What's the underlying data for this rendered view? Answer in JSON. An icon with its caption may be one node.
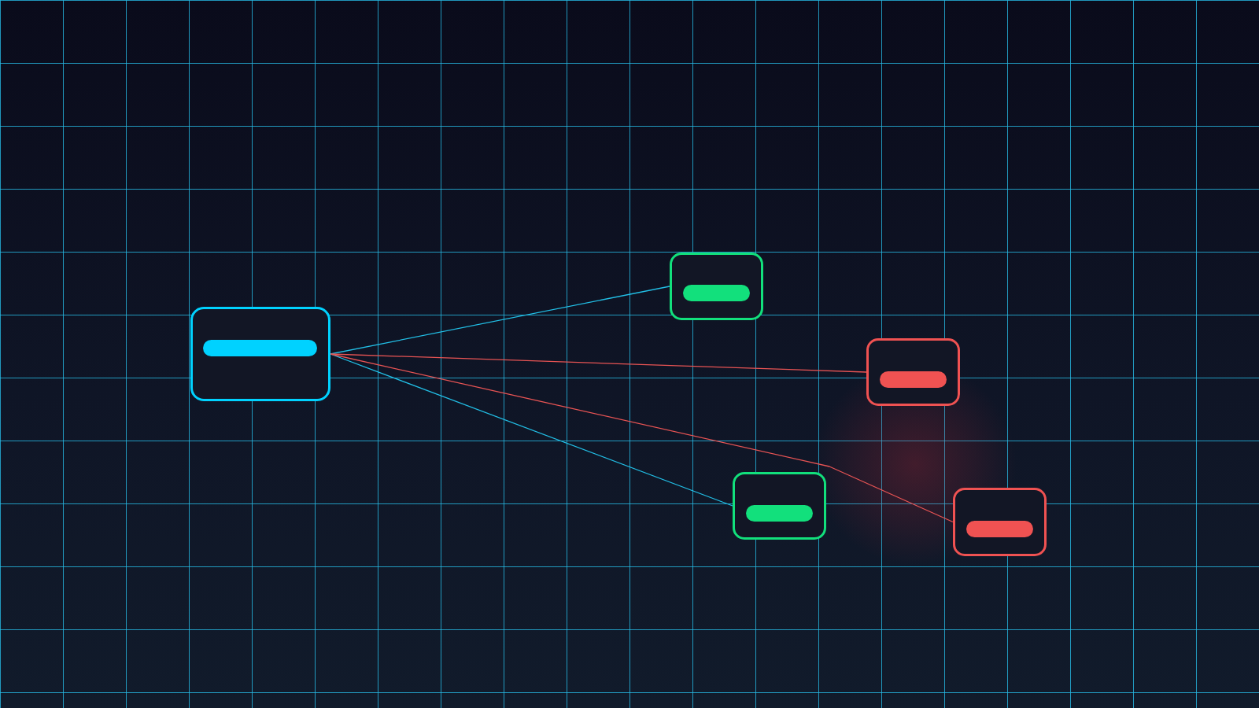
{
  "diagram": {
    "nodes": [
      {
        "text": [],
        "shape": "box"
      },
      {
        "text": [],
        "shape": "box"
      },
      {
        "text": [],
        "shape": "box"
      },
      {
        "text": [],
        "shape": "box"
      },
      {
        "text": [],
        "shape": "box"
      }
    ],
    "edges": [
      {
        "from": 0,
        "to": 1,
        "arrow": "none",
        "color": "#22bfe6"
      },
      {
        "from": 0,
        "to": 2,
        "arrow": "none",
        "color": "#e85454"
      },
      {
        "from": 0,
        "to": 3,
        "arrow": "none",
        "color": "#22bfe6"
      },
      {
        "from": 0,
        "to": 4,
        "arrow": "none",
        "color": "#e85454"
      }
    ]
  }
}
